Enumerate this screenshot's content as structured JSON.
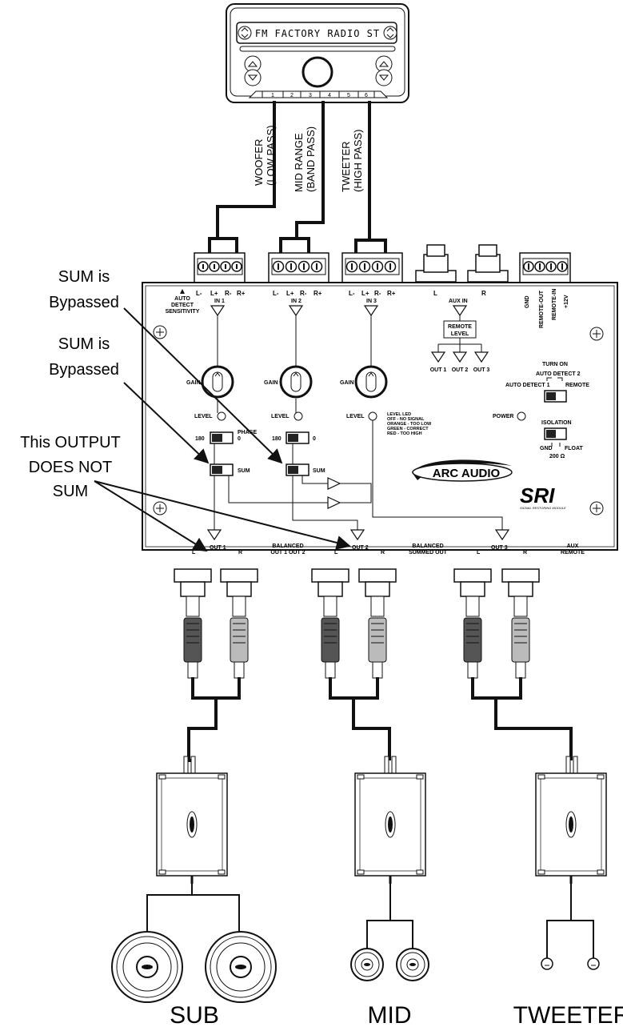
{
  "radio": {
    "display": "FM  FACTORY RADIO ST",
    "presets": [
      "1",
      "2",
      "3",
      "4",
      "5",
      "6"
    ]
  },
  "wires": {
    "woofer": [
      "WOOFER",
      "(LOW PASS)"
    ],
    "mid": [
      "MID RANGE",
      "(BAND PASS)"
    ],
    "tweeter": [
      "TWEETER",
      "(HIGH PASS)"
    ]
  },
  "annotations": {
    "sum1": [
      "SUM is",
      "Bypassed"
    ],
    "sum2": [
      "SUM is",
      "Bypassed"
    ],
    "nosum": [
      "This OUTPUT",
      "DOES NOT",
      "SUM"
    ]
  },
  "panel": {
    "in_pins": [
      "L-",
      "L+",
      "R-",
      "R+"
    ],
    "in1": "IN 1",
    "in2": "IN 2",
    "in3": "IN 3",
    "auto_detect": [
      "AUTO",
      "DETECT",
      "SENSITIVITY"
    ],
    "gain": "GAIN",
    "level": "LEVEL",
    "phase": "PHASE",
    "ph180": "180",
    "ph0": "0",
    "sum": "SUM",
    "level_led": [
      "LEVEL LED",
      "OFF - NO SIGNAL",
      "ORANGE - TOO LOW",
      "GREEN - CORRECT",
      "RED - TOO HIGH"
    ],
    "aux_l": "L",
    "aux_r": "R",
    "aux_in": "AUX IN",
    "remote_level": [
      "REMOTE",
      "LEVEL"
    ],
    "outs": [
      "OUT 1",
      "OUT 2",
      "OUT 3"
    ],
    "power_pins": [
      "GND",
      "REMOTE-OUT",
      "REMOTE-IN",
      "+12V"
    ],
    "turn_on": "TURN ON",
    "auto2": "AUTO DETECT 2",
    "auto1": "AUTO DETECT 1",
    "remote": "REMOTE",
    "power": "POWER",
    "isolation": "ISOLATION",
    "gnd": "GND",
    "float": "FLOAT",
    "ohm": "200 Ω",
    "brand": "ARC AUDIO",
    "model": "SRI",
    "model_sub": "SIGNAL RESTORING MODULE",
    "out1": "OUT 1",
    "out2": "OUT 2",
    "out3": "OUT 3",
    "L": "L",
    "R": "R",
    "balanced1": [
      "BALANCED",
      "OUT 1  OUT 2"
    ],
    "balanced2": [
      "BALANCED",
      "SUMMED OUT"
    ],
    "aux_remote": [
      "AUX",
      "REMOTE"
    ]
  },
  "speakers": {
    "sub": "SUB",
    "mid": "MID",
    "tweeter": "TWEETER"
  }
}
